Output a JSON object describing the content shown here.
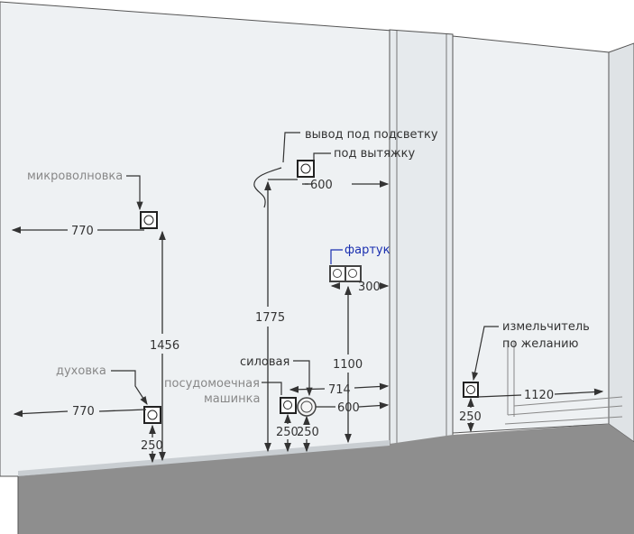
{
  "labels": {
    "microwave": "микроволновка",
    "oven": "духовка",
    "backlight_outlet": "вывод под подсветку",
    "hood": "под вытяжку",
    "backsplash": "фартук",
    "power": "силовая",
    "dishwasher_line1": "посудомоечная",
    "dishwasher_line2": "машинка",
    "shredder_line1": "измельчитель",
    "shredder_line2": "по желанию"
  },
  "dimensions": {
    "microwave_from_left": "770",
    "microwave_height": "1456",
    "oven_from_left": "770",
    "oven_height": "250",
    "hood_from_column": "600",
    "hood_height": "1775",
    "backsplash_from_column": "300",
    "backsplash_height": "1100",
    "dishwasher_from_column": "714",
    "power_from_column": "600",
    "dishwasher_height": "250",
    "power_height": "250",
    "shredder_height": "250",
    "shredder_from_right": "1120"
  },
  "colors": {
    "wall": "#eef1f3",
    "floor": "#8e8e8e",
    "accent_label": "#1a2fb0"
  }
}
